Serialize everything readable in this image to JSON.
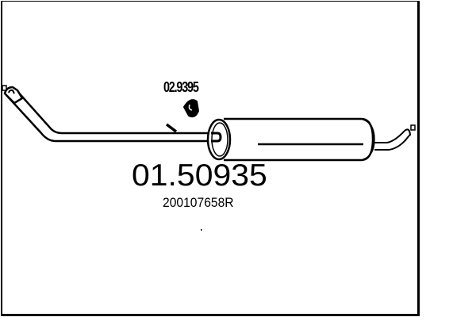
{
  "diagram": {
    "main_part_number": "01.50935",
    "oe_reference": "200107658R",
    "accessory": {
      "part_number": "02.9395",
      "type": "rubber-mounting-clamp-icon"
    },
    "components": [
      {
        "name": "front-pipe",
        "description": "bent inlet pipe on left"
      },
      {
        "name": "muffler-body",
        "description": "cylindrical silencer"
      },
      {
        "name": "tail-pipe",
        "description": "curved outlet pipe on right"
      }
    ],
    "colors": {
      "line": "#000000",
      "background": "#ffffff"
    }
  }
}
